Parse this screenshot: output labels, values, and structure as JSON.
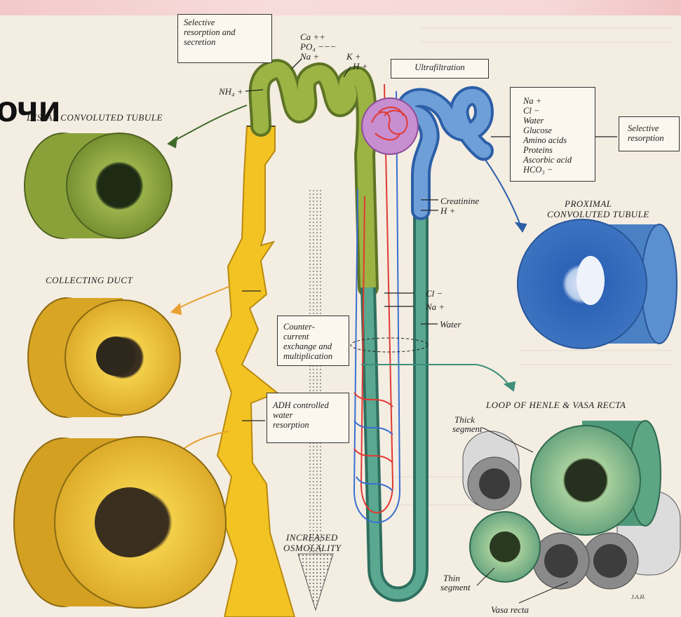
{
  "slide_title": "очи",
  "boxes": {
    "selective_resorption_secretion": [
      "Selective",
      "resorption and",
      "secretion"
    ],
    "ultrafiltration": "Ultrafiltration",
    "proximal_list": [
      "Na +",
      "Cl −",
      "Water",
      "Glucose",
      "Amino acids",
      "Proteins",
      "Ascorbic acid",
      "HCO₃ −"
    ],
    "selective_resorption": [
      "Selective",
      "resorption"
    ],
    "countercurrent": [
      "Counter-",
      "current",
      "exchange and",
      "multiplication"
    ],
    "adh": [
      "ADH controlled",
      "water",
      "resorption"
    ]
  },
  "ions": {
    "ca": "Ca ++",
    "po4": "PO₄ −−−",
    "na": "Na +",
    "k": "K +",
    "h": "H +",
    "nh4": "NH₄ +",
    "creatinine": "Creatinine",
    "h2": "H +",
    "cl": "Cl −",
    "na2": "Na +",
    "water": "Water"
  },
  "section_labels": {
    "distal": "DISTAL CONVOLUTED TUBULE",
    "collecting": "COLLECTING DUCT",
    "proximal": [
      "PROXIMAL",
      "CONVOLUTED TUBULE"
    ],
    "loop": "LOOP OF HENLE & VASA RECTA",
    "osmolality": [
      "INCREASED",
      "OSMOLALITY"
    ],
    "thick": [
      "Thick",
      "segment"
    ],
    "thin": [
      "Thin",
      "segment"
    ],
    "vasa": "Vasa recta",
    "signature": "J.A.H."
  },
  "colors": {
    "distal_green": "#8fa43a",
    "collecting_yellow": "#f2c323",
    "proximal_blue": "#4f86c6",
    "loop_teal": "#4d9a86",
    "artery_red": "#e03a32",
    "vein_blue": "#3a6fd0",
    "glomerulus_purple": "#c78ed0"
  }
}
